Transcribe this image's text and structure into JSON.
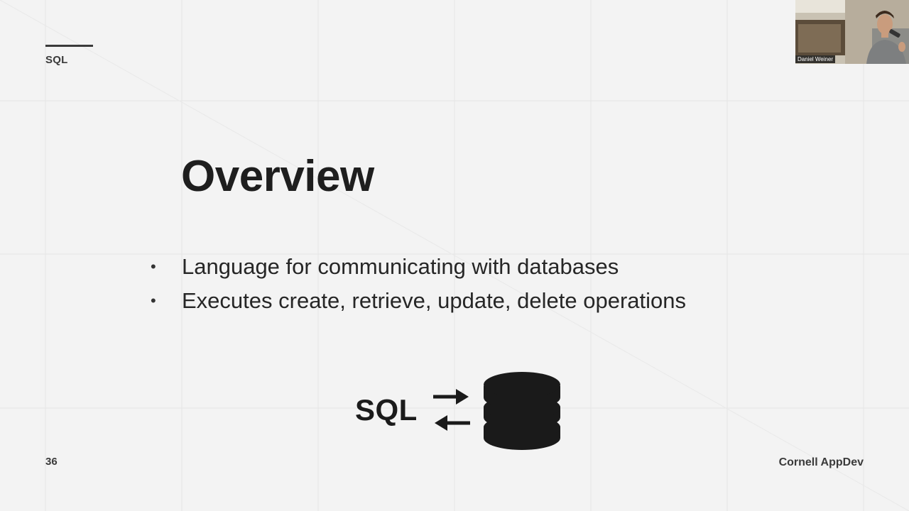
{
  "slide": {
    "section_label": "SQL",
    "title": "Overview",
    "bullets": [
      "Language for communicating with databases",
      "Executes create, retrieve, update, delete operations"
    ],
    "diagram": {
      "label": "SQL",
      "icons": [
        "arrow-right-icon",
        "arrow-left-icon",
        "database-icon"
      ]
    },
    "page_number": "36",
    "org_name": "Cornell AppDev"
  },
  "webcam": {
    "participant_name": "Daniel Weiner"
  },
  "colors": {
    "background": "#f3f3f3",
    "text_dark": "#1e1e1e",
    "text_muted": "#3a3a3a",
    "icon_fill": "#1a1a1a"
  }
}
